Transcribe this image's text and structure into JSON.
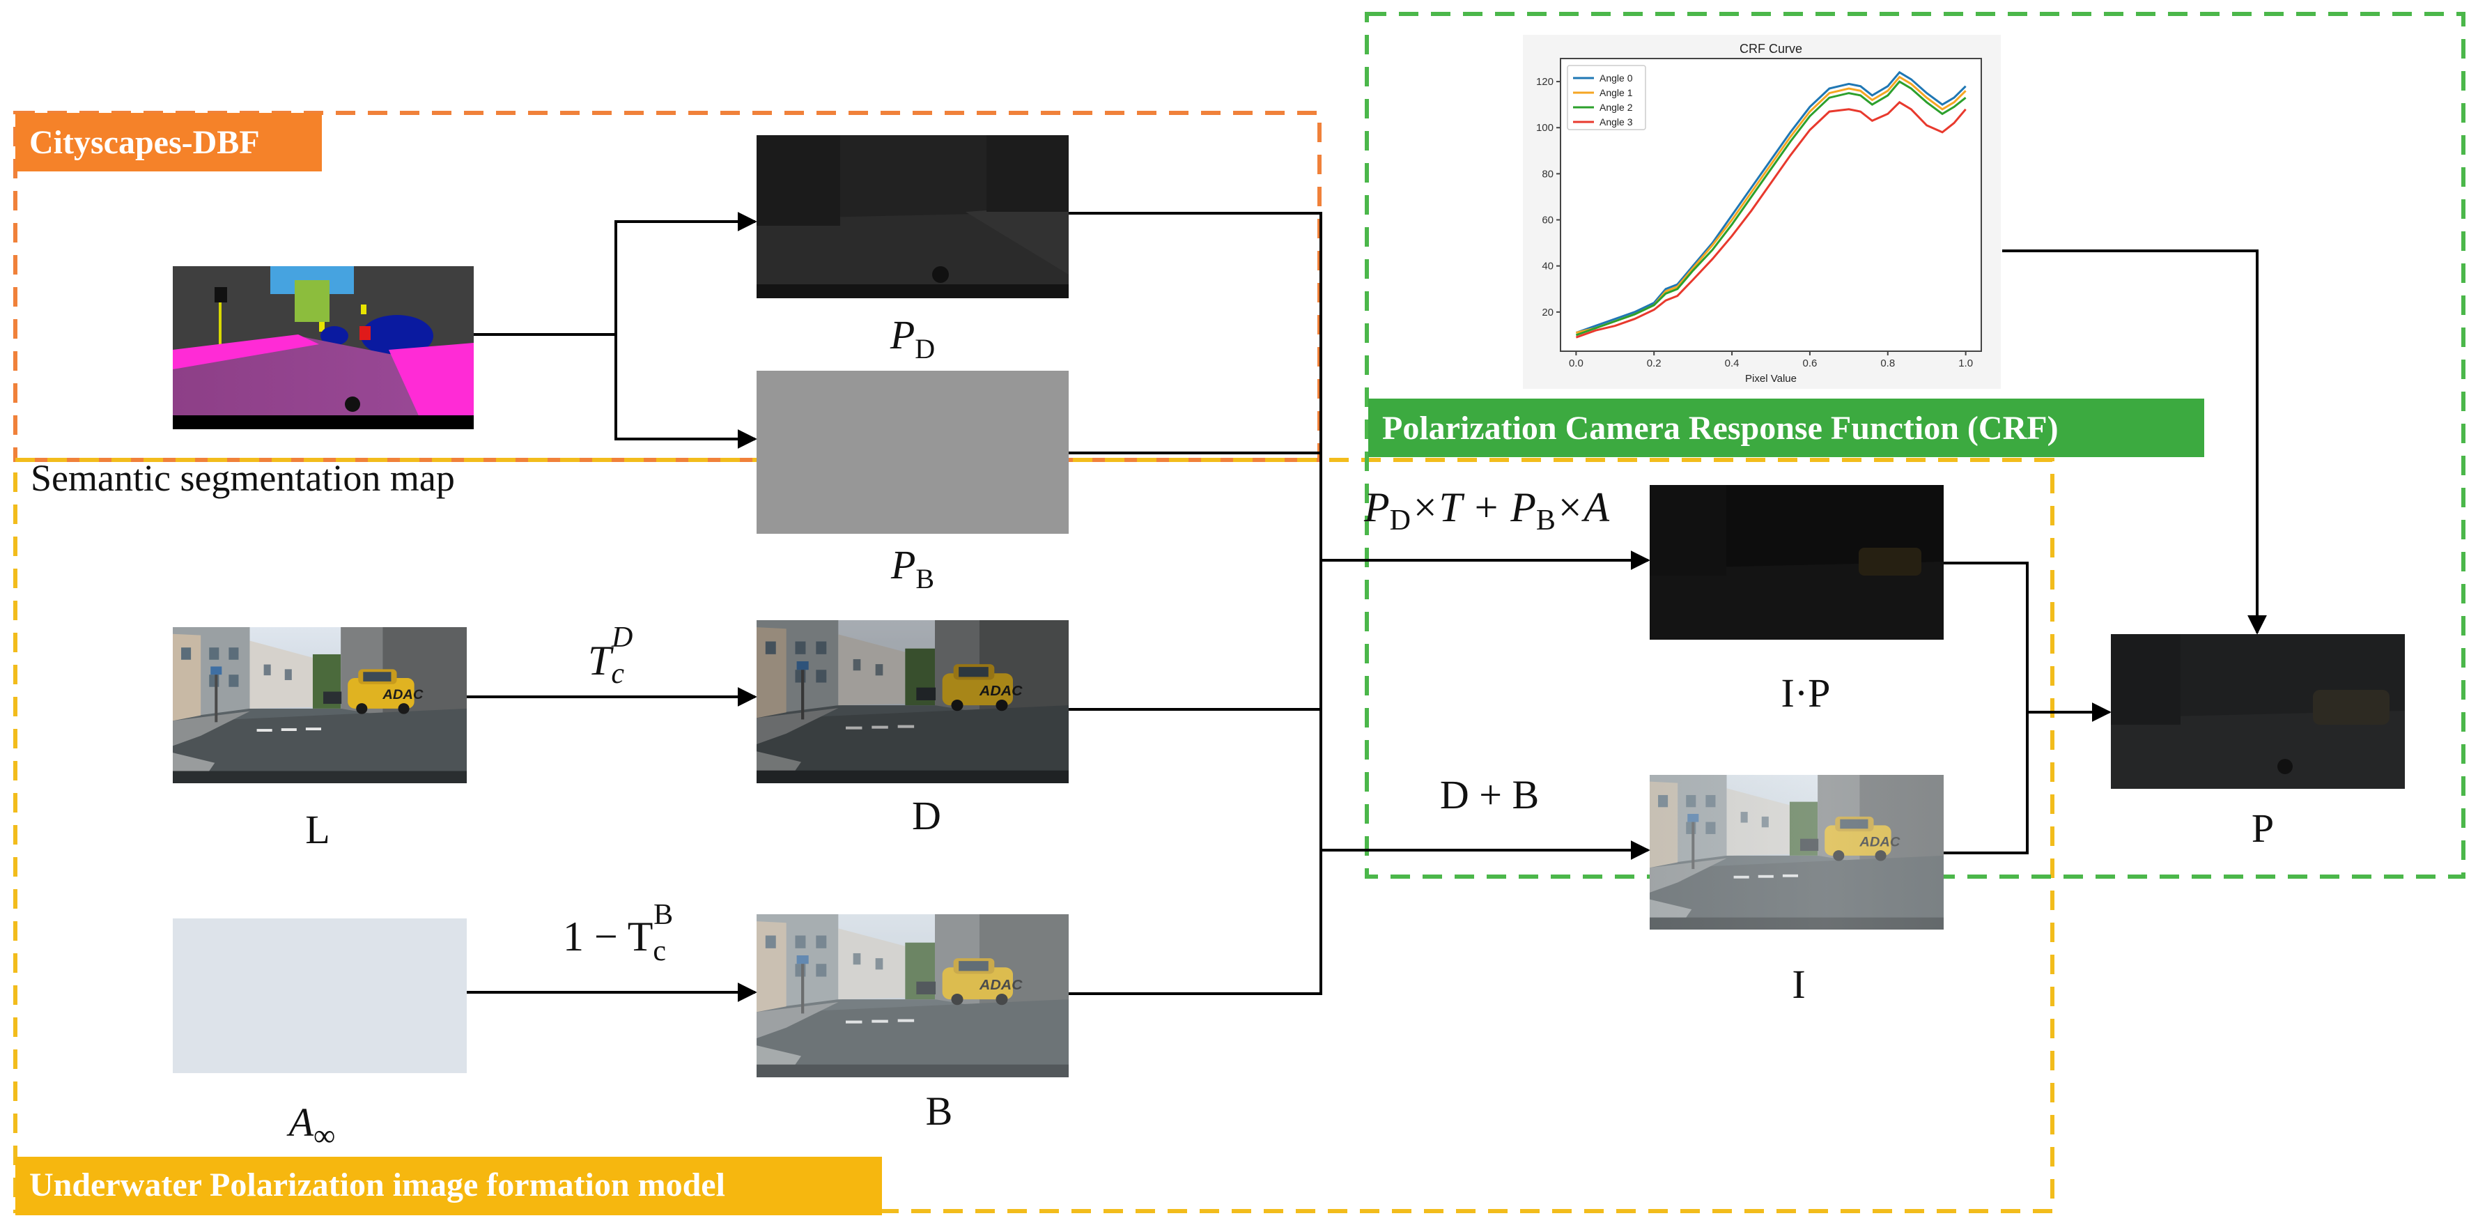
{
  "colors": {
    "orange": "#f0813a",
    "yellow": "#f2bc1c",
    "green": "#4bb74a",
    "orange_label": "#f58229",
    "yellow_label": "#f6b70f",
    "green_label": "#3caa40",
    "crf_angle0": "#1f77b4",
    "crf_angle1": "#f5a623",
    "crf_angle2": "#2ca02c",
    "crf_angle3": "#e8392d"
  },
  "regions": {
    "cityscapes": "Cityscapes-DBF",
    "formation": "Underwater Polarization image formation model",
    "crf": "Polarization Camera Response Function (CRF)"
  },
  "captions": {
    "seg_map": "Semantic segmentation map",
    "L": "L",
    "D": "D",
    "B": "B",
    "IP": "I·P",
    "I": "I",
    "P": "P",
    "PD": {
      "base": "P",
      "sub": "D"
    },
    "PB": {
      "base": "P",
      "sub": "B"
    },
    "A_inf": {
      "base": "A",
      "sub": "∞"
    }
  },
  "edge_labels": {
    "TcD": {
      "base": "T",
      "sub": "c",
      "sup": "D"
    },
    "TcB": {
      "prefix": "1 − T",
      "sub": "c",
      "sup": "B"
    },
    "DplusB": "D + B",
    "formula": {
      "p1": "P",
      "s1": "D",
      "m1": "×T + ",
      "p2": "P",
      "s2": "B",
      "m2": "×A"
    }
  },
  "chart_data": {
    "type": "line",
    "title": "CRF Curve",
    "xlabel": "Pixel Value",
    "ylabel": "",
    "xlim": [
      -0.04,
      1.04
    ],
    "ylim": [
      3,
      130
    ],
    "xticks": [
      0.0,
      0.2,
      0.4,
      0.6,
      0.8,
      1.0
    ],
    "xtick_labels": [
      "0.0",
      "0.2",
      "0.4",
      "0.6",
      "0.8",
      "1.0"
    ],
    "yticks": [
      20,
      40,
      60,
      80,
      100,
      120
    ],
    "ytick_labels": [
      "20",
      "40",
      "60",
      "80",
      "100",
      "120"
    ],
    "grid": false,
    "legend": "top-left",
    "x": [
      0.0,
      0.05,
      0.1,
      0.15,
      0.2,
      0.23,
      0.26,
      0.3,
      0.35,
      0.4,
      0.45,
      0.5,
      0.55,
      0.6,
      0.65,
      0.7,
      0.73,
      0.76,
      0.8,
      0.83,
      0.86,
      0.9,
      0.94,
      0.97,
      1.0
    ],
    "series": [
      {
        "name": "Angle 0",
        "values": [
          11,
          14,
          17,
          20,
          24,
          30,
          32,
          40,
          50,
          62,
          74,
          86,
          98,
          109,
          117,
          119,
          118,
          114,
          118,
          124,
          121,
          115,
          110,
          113,
          118
        ]
      },
      {
        "name": "Angle 1",
        "values": [
          11,
          13,
          16,
          19,
          23,
          29,
          31,
          39,
          49,
          60,
          72,
          84,
          96,
          107,
          115,
          117,
          116,
          112,
          116,
          122,
          119,
          113,
          108,
          111,
          116
        ]
      },
      {
        "name": "Angle 2",
        "values": [
          10,
          13,
          16,
          19,
          23,
          28,
          30,
          38,
          47,
          58,
          70,
          82,
          94,
          105,
          113,
          115,
          114,
          110,
          114,
          120,
          117,
          111,
          106,
          109,
          113
        ]
      },
      {
        "name": "Angle 3",
        "values": [
          9,
          12,
          14,
          17,
          21,
          25,
          27,
          34,
          43,
          53,
          64,
          76,
          88,
          99,
          107,
          108,
          107,
          103,
          106,
          111,
          108,
          101,
          98,
          102,
          108
        ]
      }
    ]
  }
}
